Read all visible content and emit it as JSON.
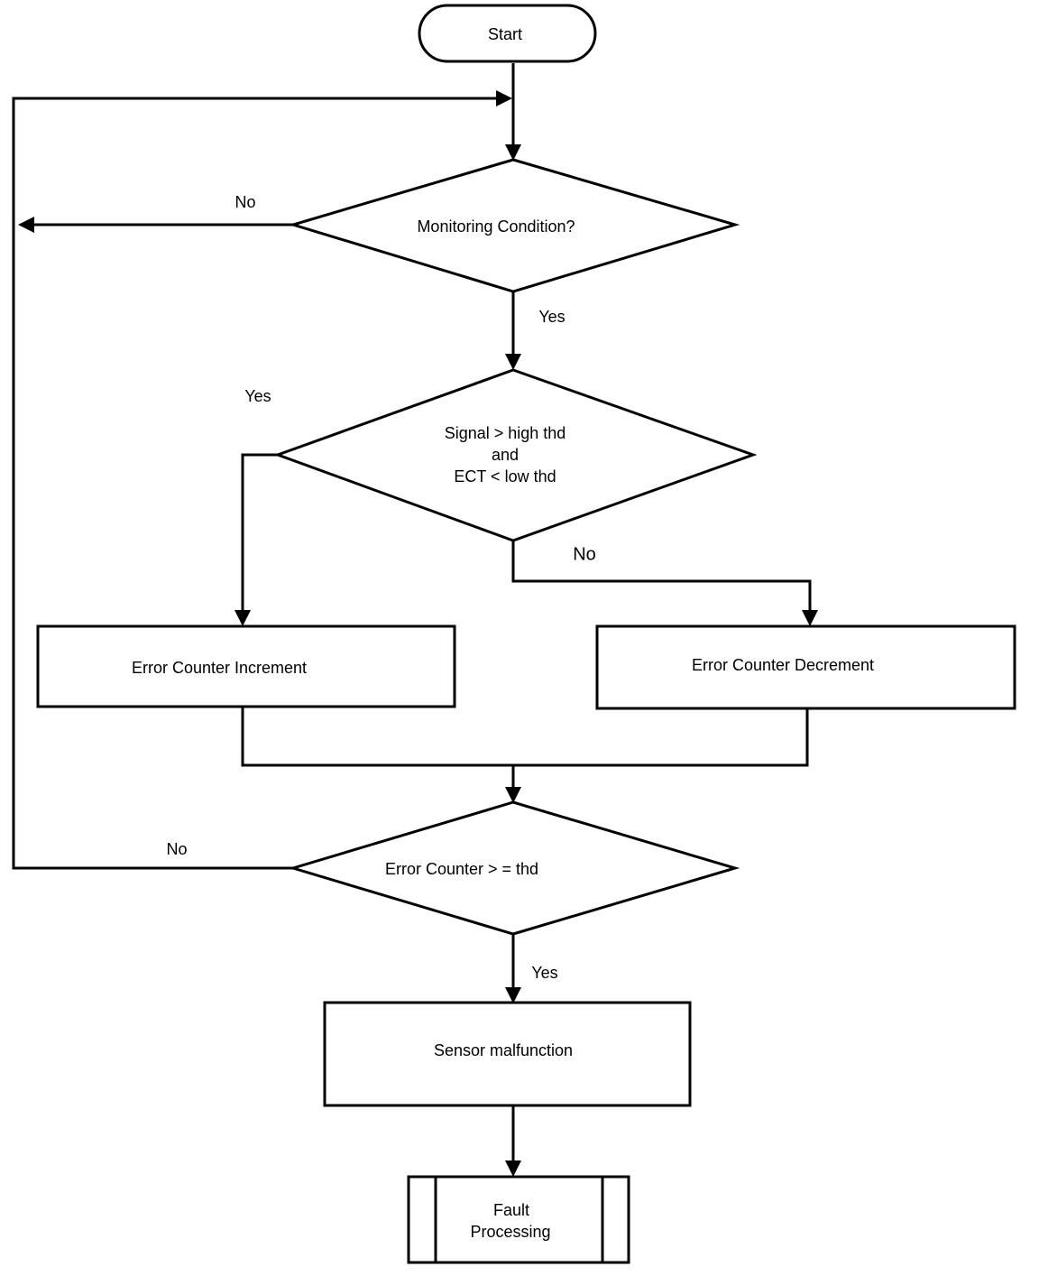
{
  "nodes": {
    "start": "Start",
    "monitoring": "Monitoring Condition?",
    "signal_check": {
      "line1": "Signal > high thd",
      "line2": "and",
      "line3": "ECT < low thd"
    },
    "increment": "Error Counter Increment",
    "decrement": "Error Counter Decrement",
    "counter_check": "Error Counter > = thd",
    "malfunction": "Sensor malfunction",
    "fault": {
      "line1": "Fault",
      "line2": "Processing"
    }
  },
  "edges": {
    "monitoring_no": "No",
    "monitoring_yes": "Yes",
    "signal_yes": "Yes",
    "signal_no": "No",
    "counter_no": "No",
    "counter_yes": "Yes"
  }
}
